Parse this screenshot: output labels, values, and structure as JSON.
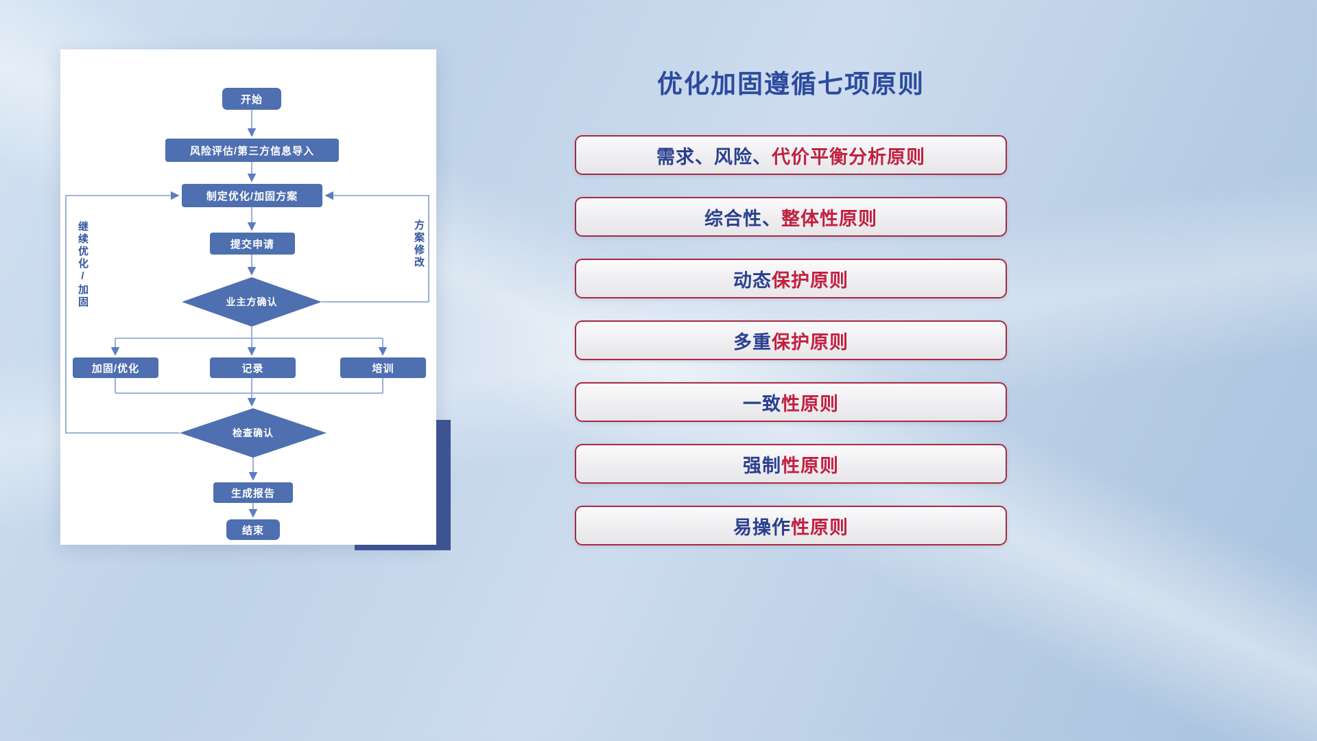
{
  "title": "优化加固遵循七项原则",
  "flowchart": {
    "nodes": {
      "start": "开始",
      "risk": "风险评估/第三方信息导入",
      "plan": "制定优化/加固方案",
      "submit": "提交申请",
      "owner_confirm": "业主方确认",
      "reinforce": "加固/优化",
      "record": "记录",
      "training": "培训",
      "check_confirm": "检查确认",
      "report": "生成报告",
      "end": "结束"
    },
    "labels": {
      "left_feedback": "继续优化/加固",
      "right_feedback": "方案修改"
    }
  },
  "principles": [
    {
      "blue": "需求、风险、",
      "red": "代价平衡分析原则"
    },
    {
      "blue": "综合性、",
      "red": "整体性原则"
    },
    {
      "blue": "动态",
      "red": "保护原则"
    },
    {
      "blue": "多重",
      "red": "保护原则"
    },
    {
      "blue": "一致",
      "red": "性原则"
    },
    {
      "blue": "强制",
      "red": "性原则"
    },
    {
      "blue": "易操作",
      "red": "性原则"
    }
  ],
  "colors": {
    "node_fill": "#4e6fb0",
    "line": "#7e9bcd",
    "title_blue": "#2b4a9e",
    "principle_red": "#c22040",
    "principle_blue": "#2b3f8f",
    "border_red": "#a8283f",
    "shadow_block": "#3f5493"
  }
}
